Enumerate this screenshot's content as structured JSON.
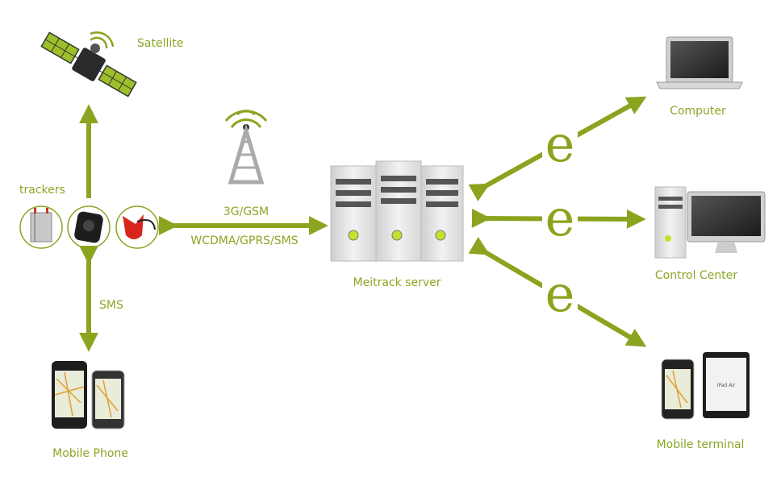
{
  "labels": {
    "satellite": "Satellite",
    "trackers": "trackers",
    "network_top": "3G/GSM",
    "network_bottom": "WCDMA/GPRS/SMS",
    "server": "Meitrack server",
    "sms": "SMS",
    "mobile_phone": "Mobile Phone",
    "computer": "Computer",
    "control_center": "Control Center",
    "mobile_terminal": "Mobile terminal"
  },
  "internet_symbol": "e",
  "tablet_text": "iPad Air",
  "colors": {
    "accent": "#8ba41f",
    "label": "#8aa624"
  }
}
